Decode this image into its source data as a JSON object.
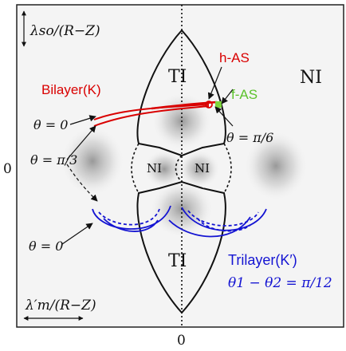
{
  "colors": {
    "bilayer": "#d90000",
    "trilayer": "#1414d2",
    "fas_marker": "#7dd63a",
    "fas_label": "#5cc22c",
    "frame": "#222222",
    "background": "#f4f4f4"
  },
  "axes": {
    "vertical_label": "λso/(R−Z)",
    "horizontal_label": "λ′m/(R−Z)",
    "origin_left": "0",
    "origin_bottom": "0"
  },
  "regions": {
    "ti_top": "TI",
    "ti_bottom": "TI",
    "ni_outer": "NI",
    "ni_left": "NI",
    "ni_right": "NI"
  },
  "labels": {
    "bilayer": "Bilayer(K)",
    "hAS": "h-AS",
    "fAS": "f-AS",
    "theta_pi6": "θ = π/6",
    "theta_0_top": "θ = 0",
    "theta_pi3": "θ = π/3",
    "theta_0_bottom": "θ = 0",
    "trilayer": "Trilayer(K′)",
    "trilayer_condition": "θ1 − θ2 = π/12"
  },
  "icons": {
    "vertical_arrow": "double-arrow-vertical-icon",
    "horizontal_arrow": "double-arrow-horizontal-icon"
  }
}
